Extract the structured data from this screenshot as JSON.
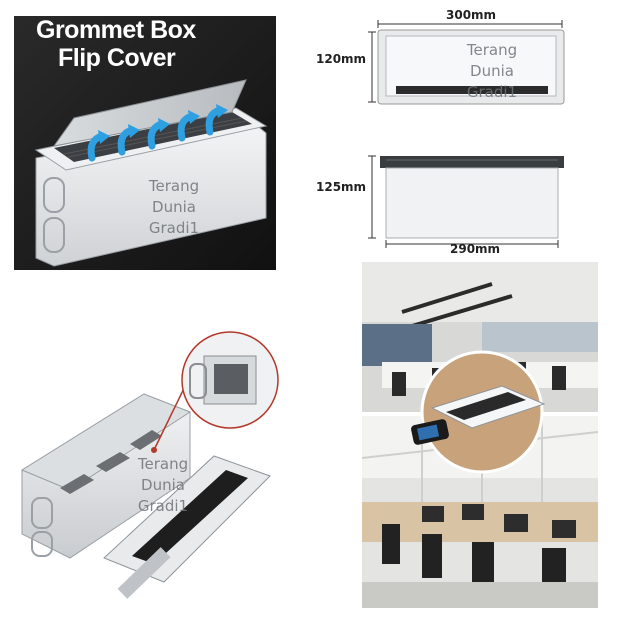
{
  "top_left": {
    "title_line1": "Grommet Box",
    "title_line2": "Flip Cover"
  },
  "dimensions": {
    "width_top": "300mm",
    "height_top": "120mm",
    "height_side": "125mm",
    "width_bottom": "290mm"
  },
  "watermark": {
    "line1": "Terang",
    "line2": "Dunia",
    "line3": "Gradi1"
  },
  "colors": {
    "dark_bg": "#1c1c1c",
    "aluminium": "#e4e6e8",
    "arrow_blue": "#2e9fe0",
    "callout_red": "#b23a2c",
    "office_wood": "#c8a27a"
  }
}
